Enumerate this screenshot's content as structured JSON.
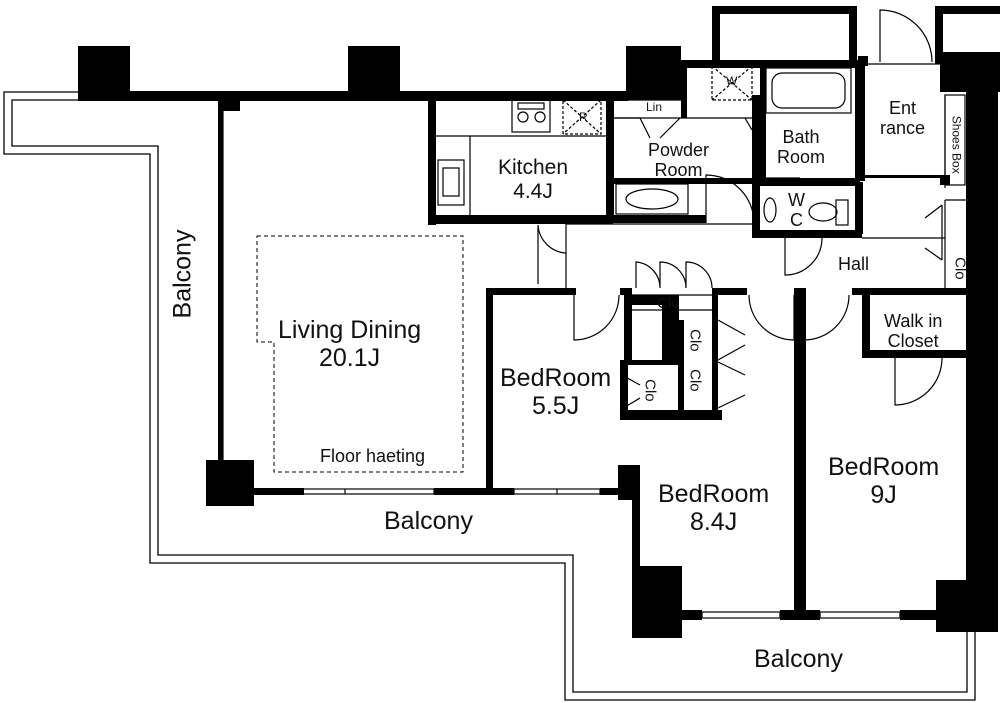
{
  "rooms": {
    "living": {
      "name": "Living Dining",
      "size": "20.1J",
      "note": "Floor haeting"
    },
    "kitchen": {
      "name": "Kitchen",
      "size": "4.4J"
    },
    "powder": {
      "line1": "Powder",
      "line2": "Room"
    },
    "bath": {
      "line1": "Bath",
      "line2": "Room"
    },
    "entrance": {
      "line1": "Ent",
      "line2": "rance"
    },
    "shoes_box": "Shoes Box",
    "wc": {
      "line1": "W",
      "line2": "C"
    },
    "hall": "Hall",
    "walkin": {
      "line1": "Walk in",
      "line2": "Closet"
    },
    "bed1": {
      "name": "BedRoom",
      "size": "5.5J"
    },
    "bed2": {
      "name": "BedRoom",
      "size": "8.4J"
    },
    "bed3": {
      "name": "BedRoom",
      "size": "9J"
    }
  },
  "balconies": {
    "west": "Balcony",
    "south": "Balcony",
    "southeast": "Balcony"
  },
  "closet_label": "Clo",
  "fixtures": {
    "linen": "Lin",
    "washer": "W",
    "fridge": "R"
  }
}
